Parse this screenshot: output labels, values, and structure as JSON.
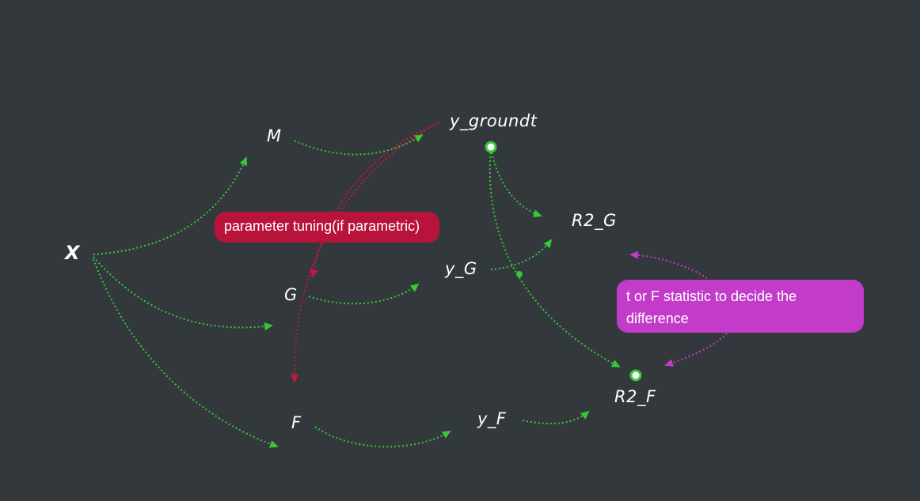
{
  "colors": {
    "background": "#33383d",
    "flow_edge": "#37c837",
    "tuning_edge": "#c8163e",
    "compare_edge": "#c23cc9",
    "node_text": "#ffffff"
  },
  "nodes": {
    "x": "X",
    "m": "M",
    "g": "G",
    "f": "F",
    "y_groundt": "y_groundt",
    "y_g": "y_G",
    "y_f": "y_F",
    "r2_g": "R2_G",
    "r2_f": "R2_F"
  },
  "notes": {
    "tuning": "parameter tuning(if parametric)",
    "statistic": "t or F statistic to decide the difference"
  }
}
